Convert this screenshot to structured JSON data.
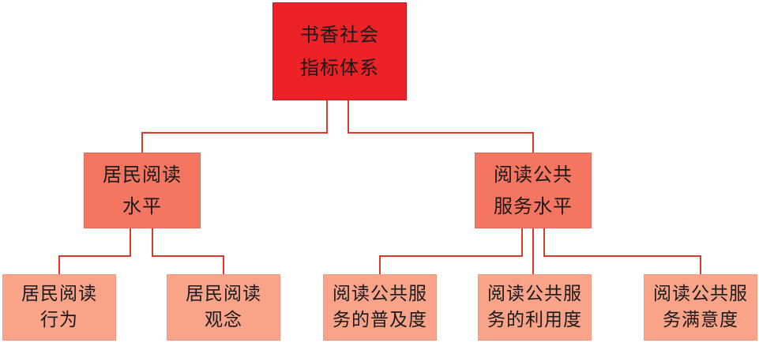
{
  "root": {
    "line1": "书香社会",
    "line2": "指标体系"
  },
  "branches": [
    {
      "line1": "居民阅读",
      "line2": "水平",
      "children": [
        {
          "line1": "居民阅读",
          "line2": "行为"
        },
        {
          "line1": "居民阅读",
          "line2": "观念"
        }
      ]
    },
    {
      "line1": "阅读公共",
      "line2": "服务水平",
      "children": [
        {
          "line1": "阅读公共服",
          "line2": "务的普及度"
        },
        {
          "line1": "阅读公共服",
          "line2": "务的利用度"
        },
        {
          "line1": "阅读公共服",
          "line2": "务满意度"
        }
      ]
    }
  ],
  "colors": {
    "root_fill": "#ed2226",
    "branch_fill": "#f47560",
    "leaf_fill": "#f9a389",
    "connector": "#d93a2b"
  }
}
